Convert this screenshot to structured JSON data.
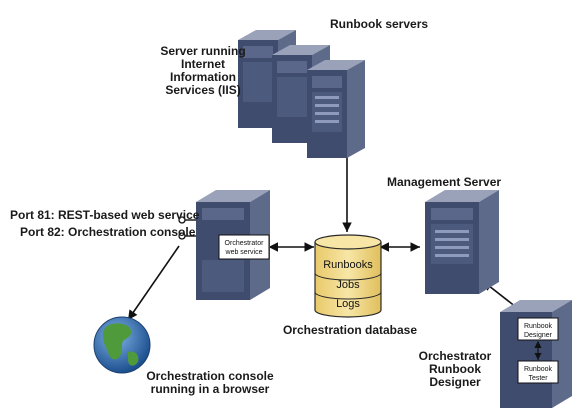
{
  "labels": {
    "runbook_servers": "Runbook servers",
    "iis_server_line1": "Server running",
    "iis_server_line2": "Internet",
    "iis_server_line3": "Information",
    "iis_server_line4": "Services (IIS)",
    "management_server": "Management Server",
    "port81": "Port 81: REST-based web service",
    "port82": "Port 82: Orchestration console",
    "orchestration_database": "Orchestration database",
    "console_browser_line1": "Orchestration console",
    "console_browser_line2": "running in a browser",
    "designer_line1": "Orchestrator",
    "designer_line2": "Runbook",
    "designer_line3": "Designer"
  },
  "boxes": {
    "web_service_line1": "Orchestrator",
    "web_service_line2": "web service",
    "rb_designer_line1": "Runbook",
    "rb_designer_line2": "Designer",
    "rb_tester_line1": "Runbook",
    "rb_tester_line2": "Tester"
  },
  "database": {
    "rows": [
      "Runbooks",
      "Jobs",
      "Logs"
    ]
  },
  "colors": {
    "server_front": "#3d4a6b",
    "server_side": "#5a6688",
    "server_top": "#8a93ad",
    "db_fill": "#f3dc8a",
    "db_stroke": "#2a2a2a",
    "ocean": "#2f6fb5",
    "land": "#4f9a3a"
  }
}
